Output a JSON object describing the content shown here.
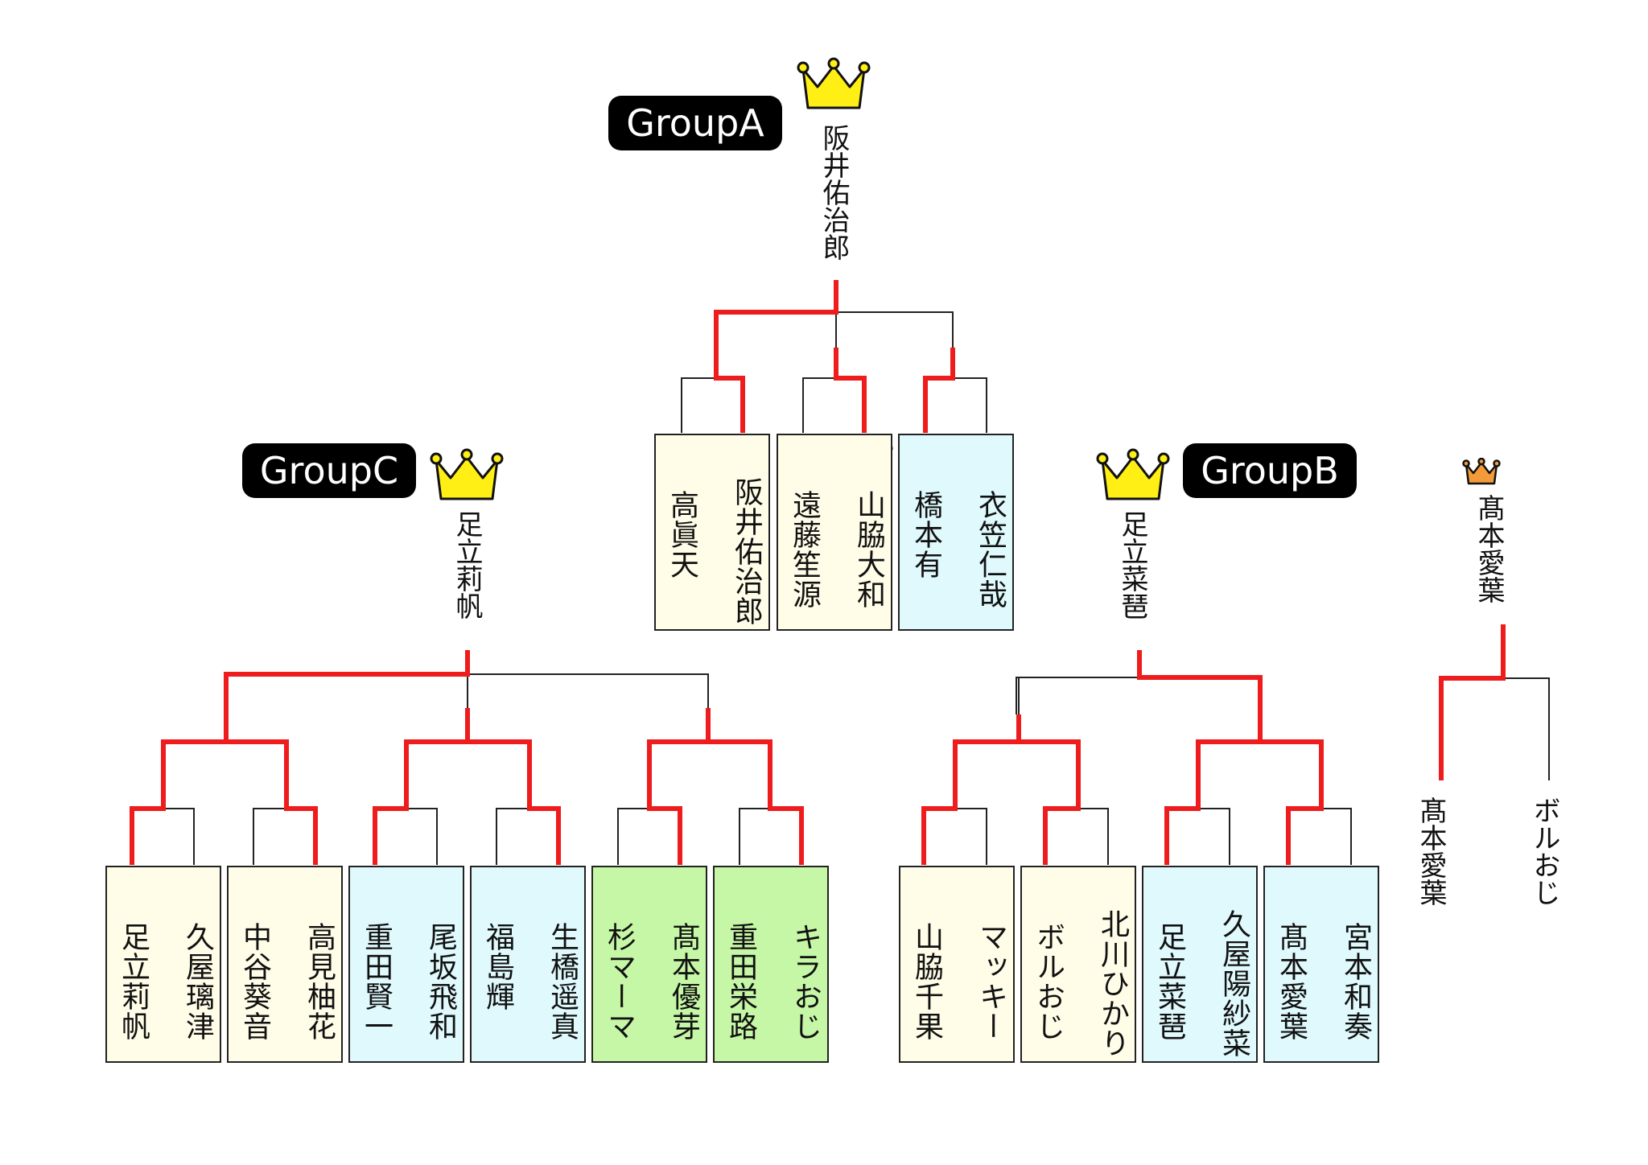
{
  "colors": {
    "winner_line": "#ee1c1c",
    "line": "#222222",
    "cream": "#fffde8",
    "cyan": "#dff9fd",
    "green": "#c6f7a6",
    "gold": "#ffef14",
    "silver": "#c2c2c2",
    "bronze": "#f39b39"
  },
  "groups": {
    "a": {
      "label": "GroupA",
      "champion": "阪井佑治郎"
    },
    "b": {
      "label": "GroupB",
      "champion": "足立菜琶"
    },
    "c": {
      "label": "GroupC",
      "champion": "足立莉帆"
    }
  },
  "extra": {
    "champion": "髙本愛葉",
    "left": "髙本愛葉",
    "right": "ボルおじ"
  },
  "boxes": {
    "a1": {
      "right": "阪井佑治郎",
      "left": "高眞天"
    },
    "a2": {
      "right": "山脇大和",
      "left": "遠藤笙源"
    },
    "a3": {
      "right": "衣笠仁哉",
      "left": "橋本有"
    },
    "c1": {
      "right": "久屋璃津",
      "left": "足立莉帆"
    },
    "c2": {
      "right": "高見柚花",
      "left": "中谷葵音"
    },
    "c3": {
      "right": "尾坂飛和",
      "left": "重田賢一"
    },
    "c4": {
      "right": "生橋遥真",
      "left": "福島輝"
    },
    "c5": {
      "right": "髙本優芽",
      "left": "杉マーマ"
    },
    "c6": {
      "right": "キラおじ",
      "left": "重田栄路"
    },
    "b1": {
      "right": "マッキー",
      "left": "山脇千果"
    },
    "b2": {
      "right": "北川ひかり",
      "left": "ボルおじ"
    },
    "b3": {
      "right": "久屋陽紗菜",
      "left": "足立菜琶"
    },
    "b4": {
      "right": "宮本和奏",
      "left": "髙本愛葉"
    }
  },
  "icons": {
    "large": "crown-icon",
    "small": "crown-icon"
  }
}
